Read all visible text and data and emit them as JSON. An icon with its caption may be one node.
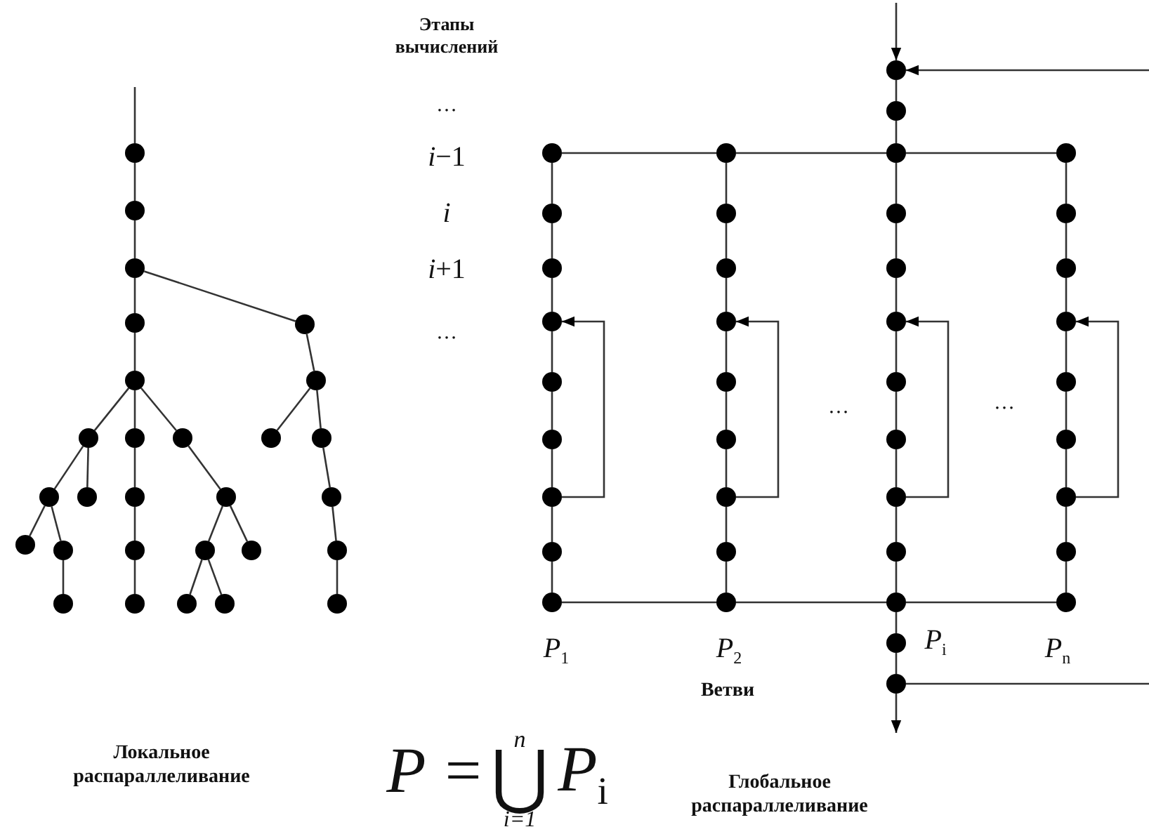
{
  "diagram": {
    "nodes": [
      {
        "text": [],
        "shape": "circle"
      },
      {
        "text": [],
        "shape": "circle"
      },
      {
        "text": [],
        "shape": "circle"
      },
      {
        "text": [],
        "shape": "circle"
      },
      {
        "text": [],
        "shape": "circle"
      },
      {
        "text": [],
        "shape": "circle"
      },
      {
        "text": [],
        "shape": "circle"
      },
      {
        "text": [],
        "shape": "circle"
      },
      {
        "text": [],
        "shape": "circle"
      },
      {
        "text": [],
        "shape": "circle"
      },
      {
        "text": [],
        "shape": "circle"
      },
      {
        "text": [],
        "shape": "circle"
      },
      {
        "text": [],
        "shape": "circle"
      },
      {
        "text": [],
        "shape": "circle"
      },
      {
        "text": [],
        "shape": "circle"
      },
      {
        "text": [],
        "shape": "circle"
      },
      {
        "text": [],
        "shape": "circle"
      },
      {
        "text": [],
        "shape": "circle"
      },
      {
        "text": [],
        "shape": "circle"
      },
      {
        "text": [],
        "shape": "circle"
      },
      {
        "text": [],
        "shape": "circle"
      },
      {
        "text": [],
        "shape": "circle"
      },
      {
        "text": [],
        "shape": "circle"
      },
      {
        "text": [],
        "shape": "circle"
      },
      {
        "text": [],
        "shape": "circle"
      },
      {
        "text": [],
        "shape": "circle"
      },
      {
        "text": [],
        "shape": "circle"
      },
      {
        "text": [],
        "shape": "circle"
      },
      {
        "text": [],
        "shape": "circle"
      },
      {
        "text": [],
        "shape": "circle"
      },
      {
        "text": [],
        "shape": "circle"
      },
      {
        "text": [],
        "shape": "circle"
      },
      {
        "text": [],
        "shape": "circle"
      },
      {
        "text": [],
        "shape": "circle"
      },
      {
        "text": [],
        "shape": "circle"
      },
      {
        "text": [],
        "shape": "circle"
      },
      {
        "text": [],
        "shape": "circle"
      },
      {
        "text": [],
        "shape": "circle"
      },
      {
        "text": [],
        "shape": "circle"
      },
      {
        "text": [],
        "shape": "circle"
      },
      {
        "text": [],
        "shape": "circle"
      },
      {
        "text": [],
        "shape": "circle"
      },
      {
        "text": [],
        "shape": "circle"
      },
      {
        "text": [],
        "shape": "circle"
      },
      {
        "text": [],
        "shape": "circle"
      },
      {
        "text": [],
        "shape": "circle"
      },
      {
        "text": [],
        "shape": "circle"
      },
      {
        "text": [],
        "shape": "circle"
      },
      {
        "text": [],
        "shape": "circle"
      },
      {
        "text": [],
        "shape": "circle"
      },
      {
        "text": [],
        "shape": "circle"
      },
      {
        "text": [],
        "shape": "circle"
      },
      {
        "text": [],
        "shape": "circle"
      },
      {
        "text": [],
        "shape": "circle"
      },
      {
        "text": [],
        "shape": "circle"
      },
      {
        "text": [],
        "shape": "circle"
      },
      {
        "text": [],
        "shape": "circle"
      },
      {
        "text": [],
        "shape": "circle"
      },
      {
        "text": [],
        "shape": "circle"
      },
      {
        "text": [],
        "shape": "circle"
      },
      {
        "text": [],
        "shape": "circle"
      },
      {
        "text": [],
        "shape": "circle"
      },
      {
        "text": [],
        "shape": "circle"
      },
      {
        "text": [],
        "shape": "circle"
      },
      {
        "text": [],
        "shape": "circle"
      },
      {
        "text": [],
        "shape": "circle"
      },
      {
        "text": [],
        "shape": "circle"
      },
      {
        "text": [],
        "shape": "circle"
      }
    ],
    "edges": [
      {
        "from": null,
        "to": 0,
        "arrow": "none"
      },
      {
        "from": 0,
        "to": 1,
        "arrow": "none"
      },
      {
        "from": 1,
        "to": 2,
        "arrow": "none"
      },
      {
        "from": 2,
        "to": 3,
        "arrow": "none"
      },
      {
        "from": 2,
        "to": 4,
        "arrow": "none"
      },
      {
        "from": 3,
        "to": 5,
        "arrow": "none"
      },
      {
        "from": 4,
        "to": 6,
        "arrow": "none"
      },
      {
        "from": 5,
        "to": 7,
        "arrow": "none"
      },
      {
        "from": 5,
        "to": 8,
        "arrow": "none"
      },
      {
        "from": 5,
        "to": 9,
        "arrow": "none"
      },
      {
        "from": 6,
        "to": 10,
        "arrow": "none"
      },
      {
        "from": 6,
        "to": 11,
        "arrow": "none"
      },
      {
        "from": 7,
        "to": 12,
        "arrow": "none"
      },
      {
        "from": 7,
        "to": 13,
        "arrow": "none"
      },
      {
        "from": 8,
        "to": 14,
        "arrow": "none"
      },
      {
        "from": 9,
        "to": 15,
        "arrow": "none"
      },
      {
        "from": 11,
        "to": 16,
        "arrow": "none"
      },
      {
        "from": 12,
        "to": 17,
        "arrow": "none"
      },
      {
        "from": 12,
        "to": 18,
        "arrow": "none"
      },
      {
        "from": 14,
        "to": 19,
        "arrow": "none"
      },
      {
        "from": 15,
        "to": 20,
        "arrow": "none"
      },
      {
        "from": 15,
        "to": 21,
        "arrow": "none"
      },
      {
        "from": 16,
        "to": 22,
        "arrow": "none"
      },
      {
        "from": 18,
        "to": 23,
        "arrow": "none"
      },
      {
        "from": 19,
        "to": 24,
        "arrow": "none"
      },
      {
        "from": 20,
        "to": 25,
        "arrow": "none"
      },
      {
        "from": 20,
        "to": 26,
        "arrow": "none"
      },
      {
        "from": 22,
        "to": 27,
        "arrow": "none"
      },
      {
        "from": null,
        "to": 28,
        "arrow": "to"
      },
      {
        "from": null,
        "to": 28,
        "arrow": "to"
      },
      {
        "from": 28,
        "to": 29,
        "arrow": "none"
      },
      {
        "from": 29,
        "to": 32,
        "arrow": "none"
      },
      {
        "from": 30,
        "to": 31,
        "arrow": "none"
      },
      {
        "from": 31,
        "to": 32,
        "arrow": "none"
      },
      {
        "from": 32,
        "to": 33,
        "arrow": "none"
      },
      {
        "from": 62,
        "to": 63,
        "arrow": "none"
      },
      {
        "from": 63,
        "to": 64,
        "arrow": "none"
      },
      {
        "from": 64,
        "to": 65,
        "arrow": "none"
      },
      {
        "from": 30,
        "to": 34,
        "arrow": "none"
      },
      {
        "from": 34,
        "to": 38,
        "arrow": "none"
      },
      {
        "from": 38,
        "to": 42,
        "arrow": "none"
      },
      {
        "from": 42,
        "to": 46,
        "arrow": "none"
      },
      {
        "from": 46,
        "to": 50,
        "arrow": "none"
      },
      {
        "from": 50,
        "to": 54,
        "arrow": "none"
      },
      {
        "from": 54,
        "to": 58,
        "arrow": "none"
      },
      {
        "from": 58,
        "to": 62,
        "arrow": "none"
      },
      {
        "from": 31,
        "to": 35,
        "arrow": "none"
      },
      {
        "from": 35,
        "to": 39,
        "arrow": "none"
      },
      {
        "from": 39,
        "to": 43,
        "arrow": "none"
      },
      {
        "from": 43,
        "to": 47,
        "arrow": "none"
      },
      {
        "from": 47,
        "to": 51,
        "arrow": "none"
      },
      {
        "from": 51,
        "to": 55,
        "arrow": "none"
      },
      {
        "from": 55,
        "to": 59,
        "arrow": "none"
      },
      {
        "from": 59,
        "to": 63,
        "arrow": "none"
      },
      {
        "from": 32,
        "to": 36,
        "arrow": "none"
      },
      {
        "from": 36,
        "to": 40,
        "arrow": "none"
      },
      {
        "from": 40,
        "to": 44,
        "arrow": "none"
      },
      {
        "from": 44,
        "to": 48,
        "arrow": "none"
      },
      {
        "from": 48,
        "to": 52,
        "arrow": "none"
      },
      {
        "from": 52,
        "to": 56,
        "arrow": "none"
      },
      {
        "from": 56,
        "to": 60,
        "arrow": "none"
      },
      {
        "from": 60,
        "to": 64,
        "arrow": "none"
      },
      {
        "from": 33,
        "to": 37,
        "arrow": "none"
      },
      {
        "from": 37,
        "to": 41,
        "arrow": "none"
      },
      {
        "from": 41,
        "to": 45,
        "arrow": "none"
      },
      {
        "from": 45,
        "to": 49,
        "arrow": "none"
      },
      {
        "from": 49,
        "to": 53,
        "arrow": "none"
      },
      {
        "from": 53,
        "to": 57,
        "arrow": "none"
      },
      {
        "from": 57,
        "to": 61,
        "arrow": "none"
      },
      {
        "from": 61,
        "to": 65,
        "arrow": "none"
      },
      {
        "from": 54,
        "to": 42,
        "arrow": "to"
      },
      {
        "from": 55,
        "to": 43,
        "arrow": "to"
      },
      {
        "from": 56,
        "to": 44,
        "arrow": "to"
      },
      {
        "from": 57,
        "to": 45,
        "arrow": "to"
      },
      {
        "from": 64,
        "to": 66,
        "arrow": "none"
      },
      {
        "from": 66,
        "to": 67,
        "arrow": "none"
      },
      {
        "from": 67,
        "to": null,
        "arrow": "to"
      },
      {
        "from": 67,
        "to": null,
        "arrow": "none"
      }
    ],
    "labels": [
      "Этапы вычислений",
      "…",
      "*i*−1",
      "i",
      "*i*+1",
      "…",
      "…",
      "…",
      "P$_{1}$",
      "P$_{2}$",
      "P$_{i}$",
      "P$_{n}$",
      "Ветви",
      "Локальное распараллеливание",
      "n",
      "P =",
      "⋃",
      "P$_{i}$",
      "i=1",
      "Глобальное распараллеливание"
    ]
  }
}
